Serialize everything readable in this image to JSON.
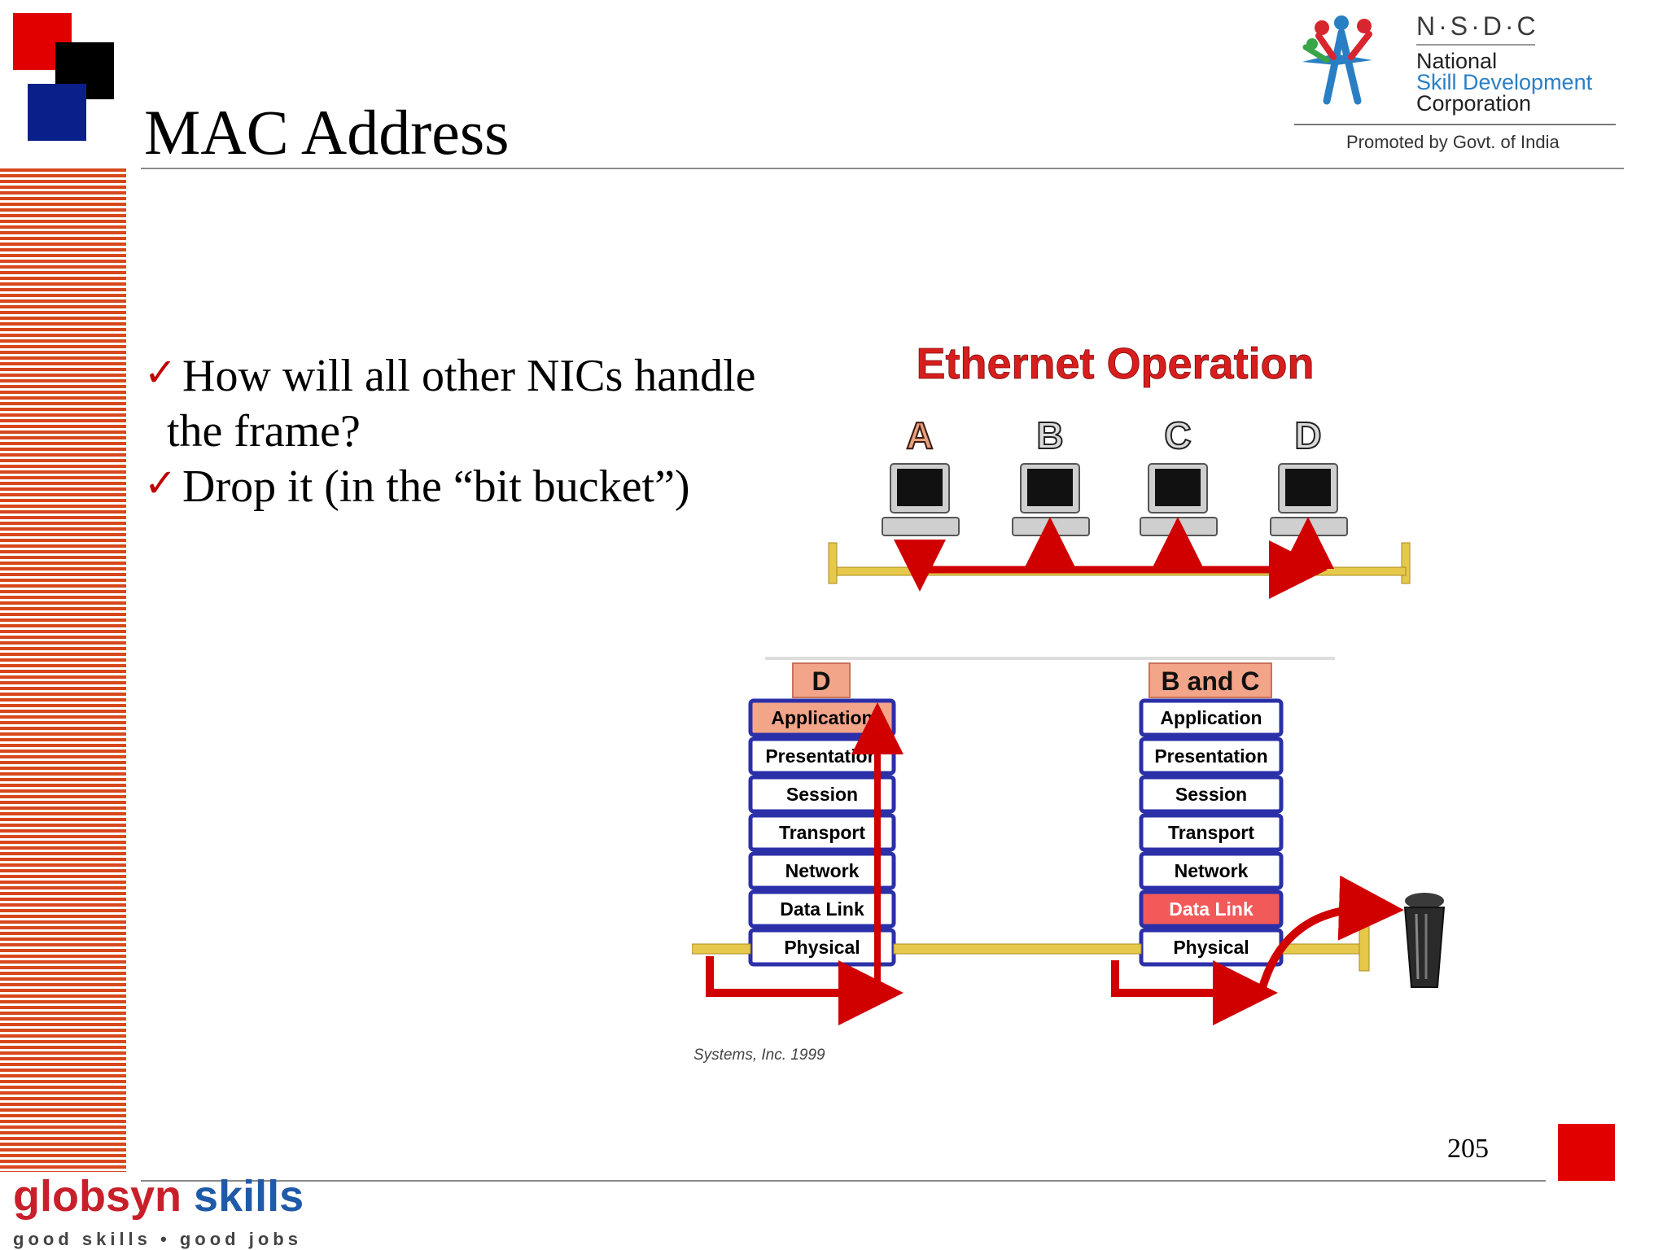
{
  "slide": {
    "title": "MAC Address",
    "page_number": "205"
  },
  "bullets": [
    {
      "line1": "How will all other NICs handle",
      "line2": "the frame?"
    },
    {
      "line1": "Drop it (in the “bit bucket”)"
    }
  ],
  "logo_nsdc": {
    "abbr": "N·S·D·C",
    "line1": "National",
    "line2": "Skill Development",
    "line3": "Corporation",
    "tagline": "Promoted by Govt. of India"
  },
  "logo_globsyn": {
    "name_part1": "globsyn",
    "name_part2": "skills",
    "tagline": "good skills • good jobs"
  },
  "diagram": {
    "title": "Ethernet Operation",
    "stations": [
      "A",
      "B",
      "C",
      "D"
    ],
    "left_stack_label": "D",
    "right_stack_label": "B and C",
    "layers": [
      "Application",
      "Presentation",
      "Session",
      "Transport",
      "Network",
      "Data Link",
      "Physical"
    ],
    "credit": "Systems, Inc. 1999",
    "colors": {
      "title_red": "#d81d1d",
      "arrow_red": "#d00000",
      "bus_yellow": "#e6c84a",
      "stack_border": "#2b2fa8",
      "highlight_salmon": "#f3a58a",
      "highlight_red": "#f25a5a"
    }
  },
  "colors": {
    "stripe_orange": "#d8471c",
    "accent_red": "#e00000",
    "accent_navy": "#0b1f8a",
    "globsyn_red": "#c8202a",
    "globsyn_blue": "#1f5aa8"
  }
}
